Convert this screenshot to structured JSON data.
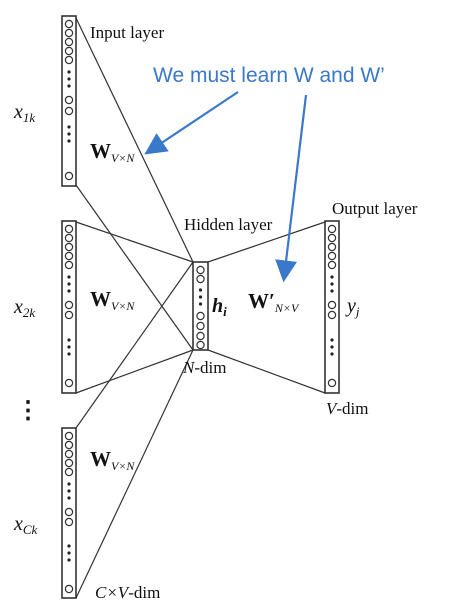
{
  "annotation": {
    "text": "We must learn W and W’",
    "color": "#3a78c9"
  },
  "labels": {
    "input_layer": "Input layer",
    "hidden_layer": "Hidden layer",
    "output_layer": "Output layer",
    "x1k": {
      "base": "x",
      "sub": "1k"
    },
    "x2k": {
      "base": "x",
      "sub": "2k"
    },
    "xck": {
      "base": "x",
      "sub": "Ck"
    },
    "w1": {
      "base": "W",
      "sub": "V×N"
    },
    "w2": {
      "base": "W",
      "sub": "V×N"
    },
    "w3": {
      "base": "W",
      "sub": "V×N"
    },
    "wprime": {
      "base": "W′",
      "sub": "N×V"
    },
    "hi": {
      "base": "h",
      "sub": "i"
    },
    "yj": {
      "base": "y",
      "sub": "j"
    },
    "ndim": {
      "italic": "N",
      "rest": "-dim"
    },
    "vdim": {
      "italic": "V",
      "rest": "-dim"
    },
    "cvdim": {
      "italic": "C×V",
      "rest": "-dim"
    },
    "vertical_ellipsis": "⋮"
  }
}
